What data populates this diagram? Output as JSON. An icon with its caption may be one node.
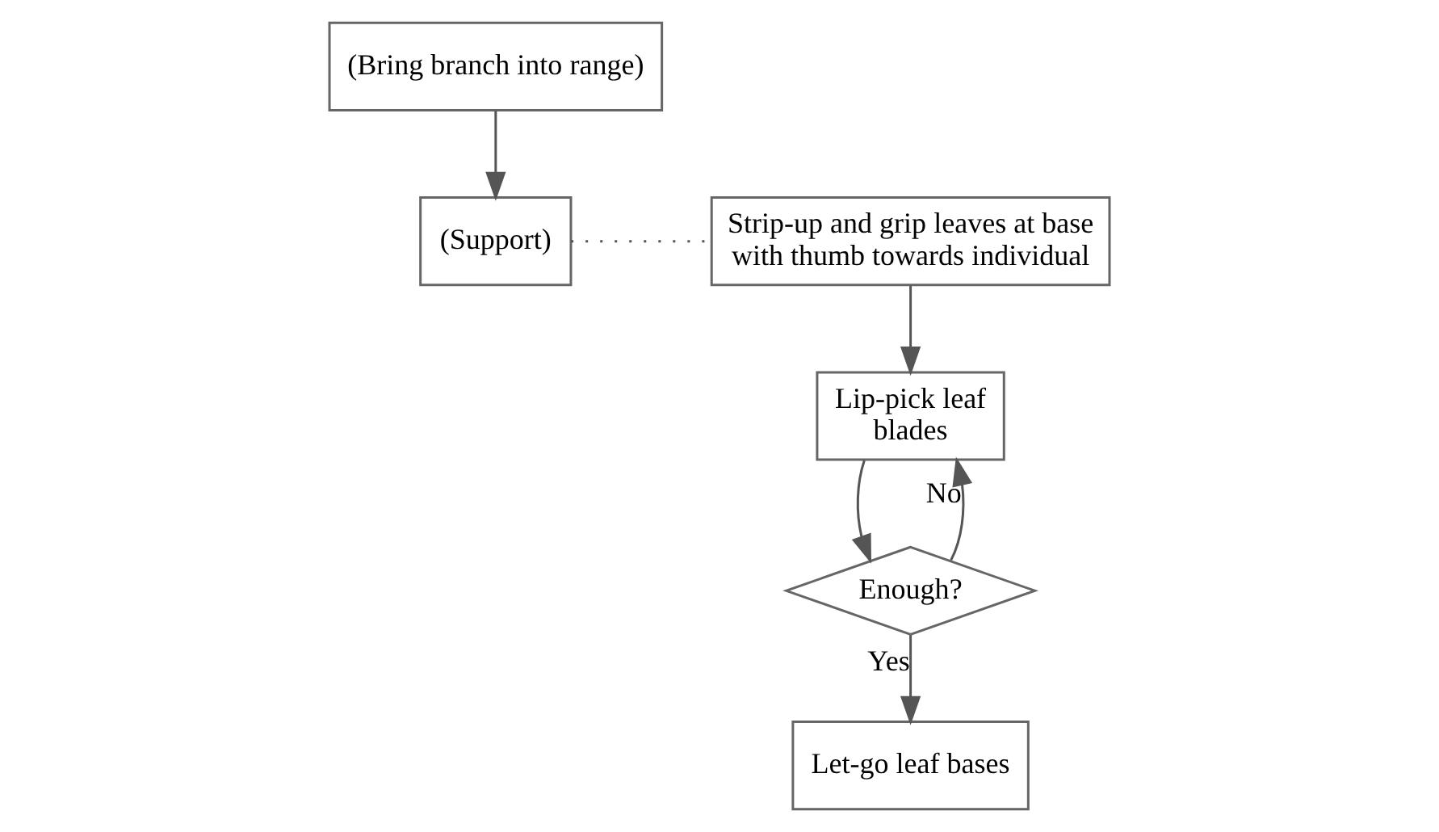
{
  "diagram": {
    "nodes": [
      {
        "text": [
          "(Bring branch into range)"
        ]
      },
      {
        "text": [
          "(Support)"
        ]
      },
      {
        "text": [
          "Strip-up and grip leaves at base with thumb towards individual"
        ]
      },
      {
        "text": [
          "Lip-pick leaf blades"
        ]
      },
      {
        "text": [
          "Enough?"
        ]
      },
      {
        "text": [
          "Let-go leaf bases"
        ]
      }
    ],
    "edges": [
      {
        "from": 0,
        "to": 1,
        "arrow": "to"
      },
      {
        "from": 1,
        "to": 2,
        "arrow": "none",
        "style": "dashed"
      },
      {
        "from": 2,
        "to": 3,
        "arrow": "to"
      },
      {
        "from": 3,
        "to": 4,
        "arrow": "to"
      },
      {
        "from": 4,
        "to": 3,
        "arrow": "to",
        "label": "No"
      },
      {
        "from": 4,
        "to": 5,
        "arrow": "to",
        "label": "Yes"
      }
    ]
  }
}
